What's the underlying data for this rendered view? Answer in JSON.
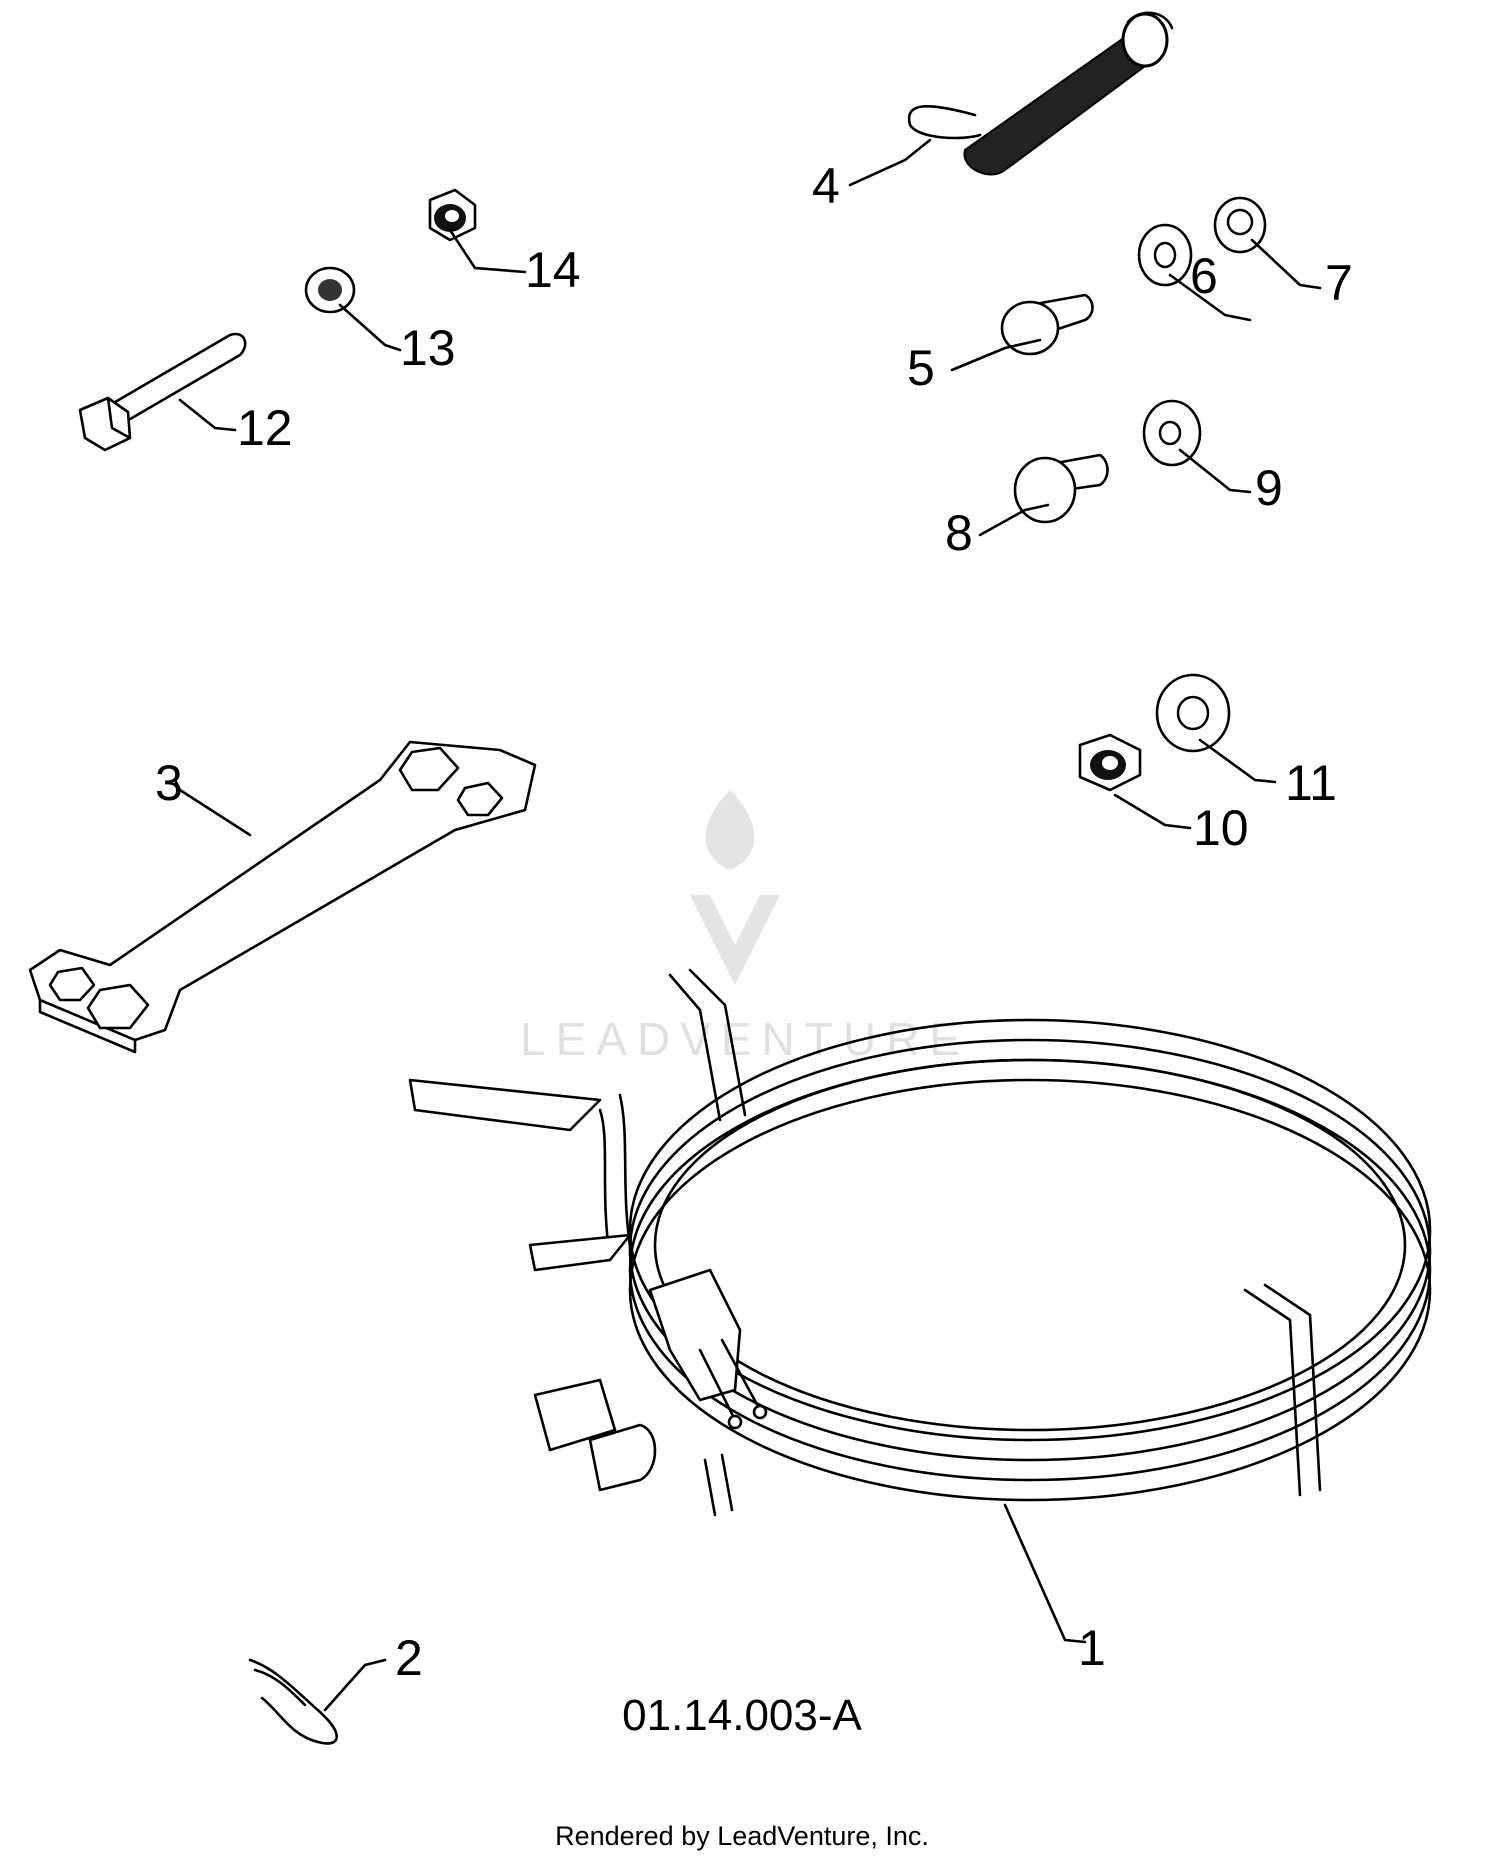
{
  "diagram": {
    "drawing_code": "01.14.003-A",
    "footer": "Rendered by LeadVenture, Inc.",
    "watermark": "LEADVENTURE",
    "callouts": [
      "1",
      "2",
      "3",
      "4",
      "5",
      "6",
      "7",
      "8",
      "9",
      "10",
      "11",
      "12",
      "13",
      "14"
    ]
  }
}
